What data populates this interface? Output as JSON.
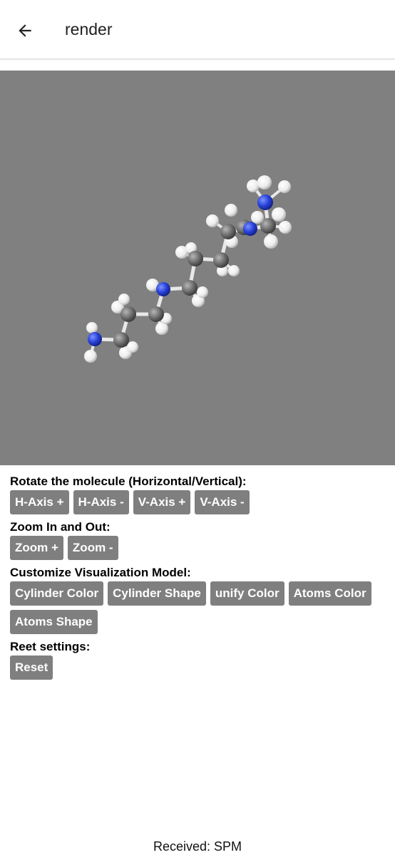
{
  "app_bar": {
    "back_icon": "arrow-back-icon",
    "title": "render"
  },
  "viewer": {
    "background_color": "#808080",
    "atom_colors": {
      "carbon": "#6e6e6e",
      "nitrogen": "#2540d8",
      "hydrogen": "#f2f2f2",
      "bond": "#e8e8e8"
    }
  },
  "rotate": {
    "label": "Rotate the molecule (Horizontal/Vertical):",
    "buttons": [
      "H-Axis +",
      "H-Axis -",
      "V-Axis +",
      "V-Axis -"
    ]
  },
  "zoom": {
    "label": "Zoom In and Out:",
    "buttons": [
      "Zoom +",
      "Zoom -"
    ]
  },
  "customize": {
    "label": "Customize Visualization Model:",
    "buttons": [
      "Cylinder Color",
      "Cylinder Shape",
      "unify Color",
      "Atoms Color",
      "Atoms Shape"
    ]
  },
  "reset": {
    "label": "Reet settings:",
    "button": "Reset"
  },
  "footer": {
    "status": "Received: SPM"
  },
  "colors": {
    "button_bg": "#7f7f7f",
    "button_text": "#ffffff"
  }
}
